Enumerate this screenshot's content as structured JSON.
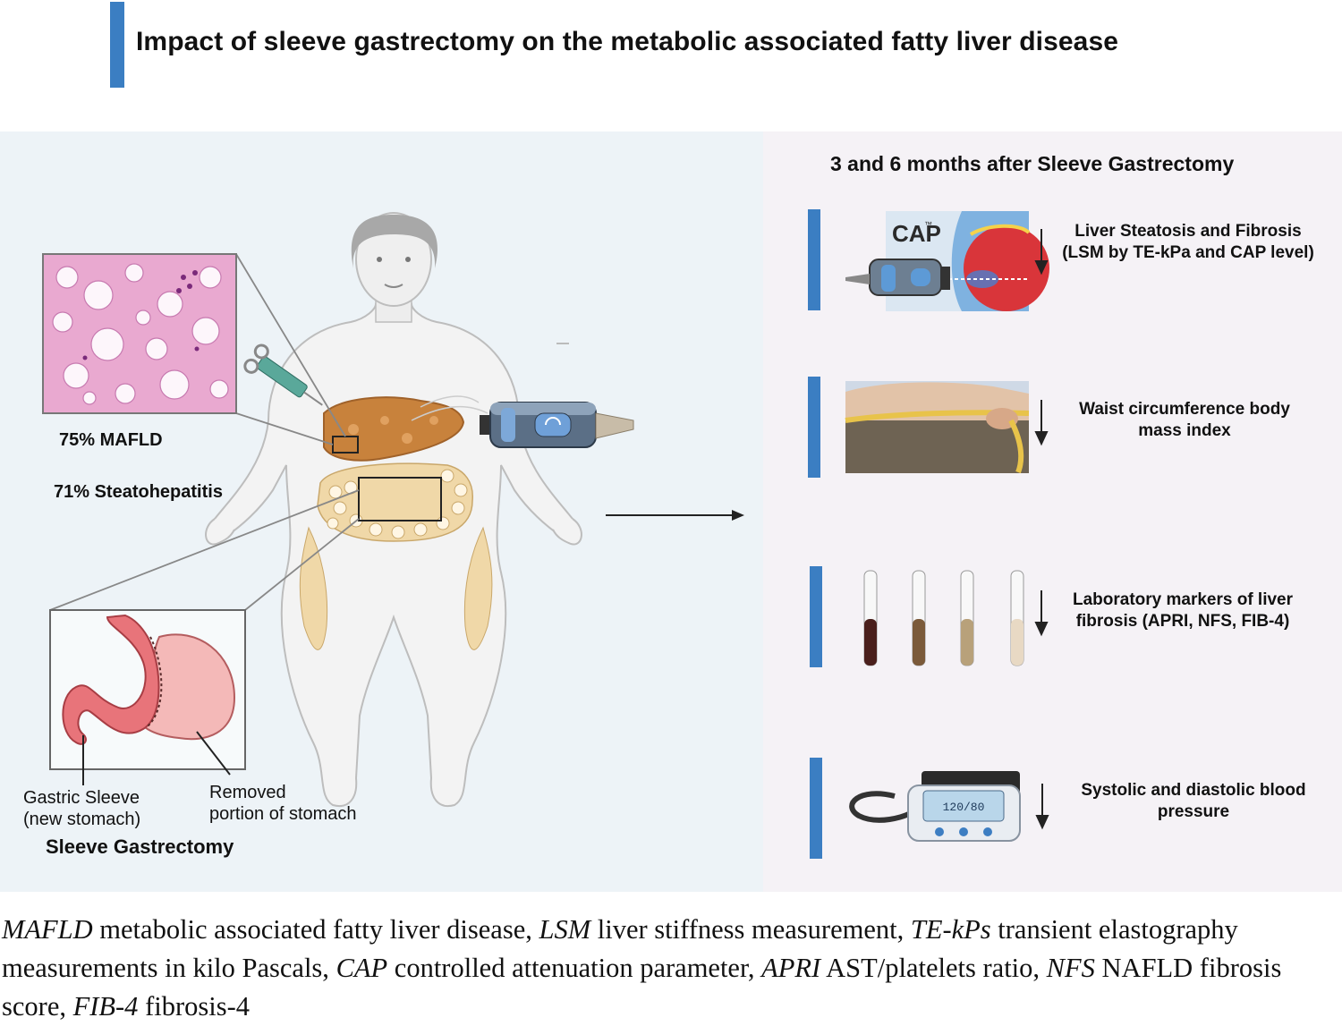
{
  "title": "Impact of  sleeve gastrectomy on the metabolic associated fatty liver disease",
  "left": {
    "mafld_stat": "75% MAFLD",
    "steatohepatitis_stat": "71% Steatohepatitis",
    "gastric_sleeve_label_line1": "Gastric Sleeve",
    "gastric_sleeve_label_line2": "(new stomach)",
    "removed_label_line1": "Removed",
    "removed_label_line2": "portion of stomach",
    "procedure_label": "Sleeve Gastrectomy"
  },
  "right": {
    "heading": "3 and 6 months after Sleeve Gastrectomy",
    "cap_logo": "CAP",
    "cap_tm": "™",
    "outcomes": [
      {
        "line1": "Liver Steatosis and Fibrosis",
        "line2": "(LSM by TE-kPa and CAP level)",
        "icon": "fibroscan-probe-icon"
      },
      {
        "line1": "Waist circumference body",
        "line2": "mass index",
        "icon": "measuring-tape-icon"
      },
      {
        "line1": "Laboratory markers of liver",
        "line2": "fibrosis (APRI, NFS, FIB-4)",
        "icon": "blood-tubes-icon"
      },
      {
        "line1": "Systolic and diastolic blood",
        "line2": "pressure",
        "icon": "blood-pressure-monitor-icon"
      }
    ],
    "monitor_reading": "120/80"
  },
  "caption": {
    "parts": [
      {
        "abbr": "MAFLD",
        "text": " metabolic associated fatty liver disease, "
      },
      {
        "abbr": "LSM",
        "text": " liver stiffness measurement, "
      },
      {
        "abbr": "TE-kPs",
        "text": " transient elastography measurements in kilo Pascals, "
      },
      {
        "abbr": "CAP",
        "text": " controlled attenuation parameter, "
      },
      {
        "abbr": "APRI",
        "text": " AST/platelets ratio, "
      },
      {
        "abbr": "NFS",
        "text": " NAFLD fibrosis score, "
      },
      {
        "abbr": "FIB-4",
        "text": " fibrosis-4"
      }
    ]
  },
  "colors": {
    "accent_bar": "#3b7ec2",
    "left_background": "#edf3f7",
    "right_background": "#f5f2f6",
    "liver": "#c8823c",
    "stomach": "#e8747a",
    "tissue": "#e9a9d0"
  }
}
